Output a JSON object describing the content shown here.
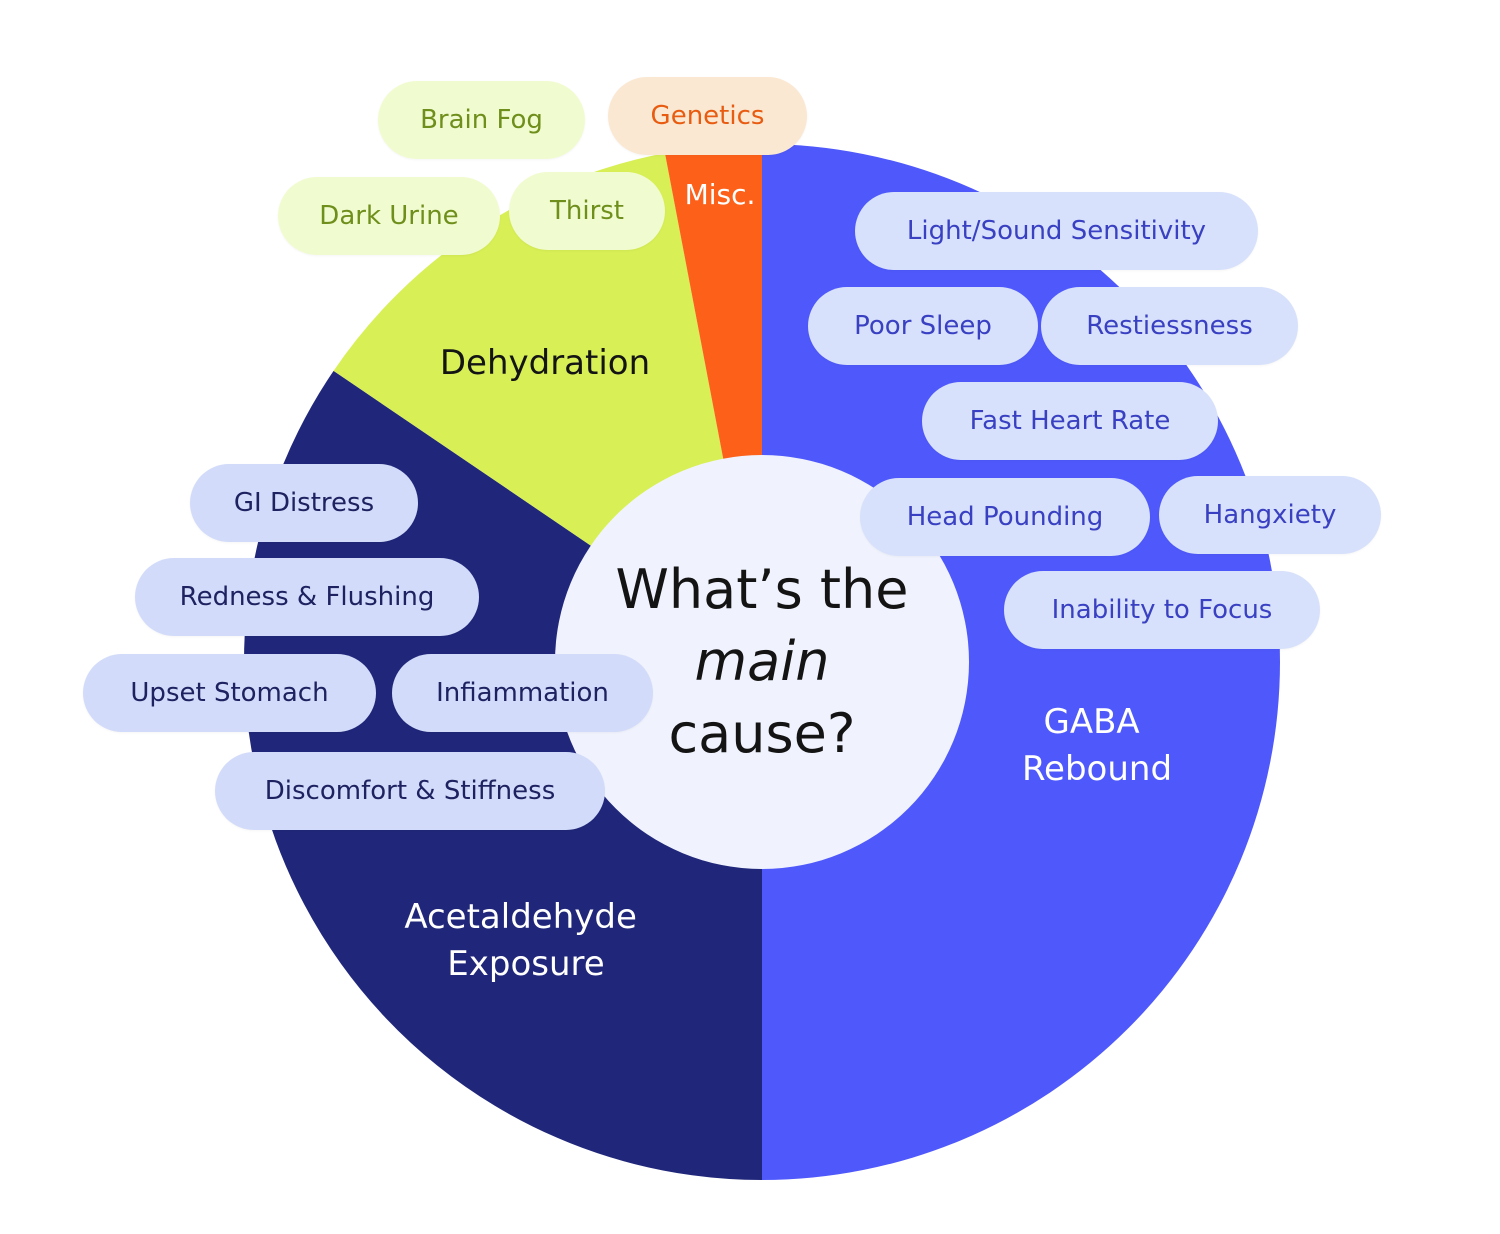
{
  "colors": {
    "gaba": "#4f59fb",
    "acetaldehyde": "#20277a",
    "dehydration": "#d8ef56",
    "misc": "#fd6119",
    "center_bg": "#f0f3fd",
    "label_dark": "#141414",
    "label_light": "#ffffff"
  },
  "chart_data": {
    "type": "pie",
    "title": "",
    "center_question": {
      "line1": "What’s the",
      "line2": "main",
      "line3": "cause?"
    },
    "slices": [
      {
        "key": "gaba",
        "label_lines": [
          "GABA",
          "Rebound"
        ],
        "value": 50,
        "color": "#4f59fb",
        "label_color": "#ffffff",
        "symptoms": [
          "Light/Sound Sensitivity",
          "Poor Sleep",
          "Restiessness",
          "Fast Heart Rate",
          "Head Pounding",
          "Hangxiety",
          "Inability to Focus"
        ]
      },
      {
        "key": "acetaldehyde",
        "label_lines": [
          "Acetaldehyde",
          "Exposure"
        ],
        "value": 34.5,
        "color": "#20277a",
        "label_color": "#ffffff",
        "symptoms": [
          "GI Distress",
          "Redness & Flushing",
          "Upset Stomach",
          "Infiammation",
          "Discomfort & Stiffness"
        ]
      },
      {
        "key": "dehydration",
        "label_lines": [
          "Dehydration"
        ],
        "value": 12.5,
        "color": "#d8ef56",
        "label_color": "#141414",
        "symptoms": [
          "Brain Fog",
          "Dark Urine",
          "Thirst"
        ]
      },
      {
        "key": "misc",
        "label_lines": [
          "Misc."
        ],
        "value": 3,
        "color": "#fd6119",
        "label_color": "#ffffff",
        "symptoms": [
          "Genetics"
        ]
      }
    ]
  }
}
